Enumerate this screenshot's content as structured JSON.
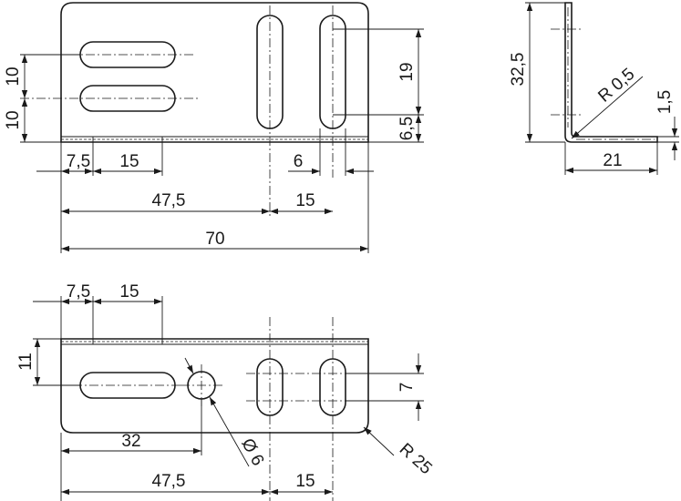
{
  "top_view": {
    "dims": {
      "height_10_a": "10",
      "height_10_b": "10",
      "edge_7_5": "7,5",
      "span_15_left": "15",
      "slot_height_19": "19",
      "offset_6_5": "6,5",
      "slot_width_6": "6",
      "pos_47_5": "47,5",
      "span_15_right": "15",
      "overall_70": "70"
    }
  },
  "side_view": {
    "dims": {
      "height_32_5": "32,5",
      "radius_0_5": "R 0,5",
      "thickness_1_5": "1,5",
      "leg_21": "21"
    }
  },
  "bottom_view": {
    "dims": {
      "edge_7_5": "7,5",
      "span_15_left": "15",
      "height_11": "11",
      "slot_7": "7",
      "pos_32": "32",
      "hole_dia_6": "Ø 6",
      "pos_47_5": "47,5",
      "span_15_right": "15",
      "corner_r25": "R 25"
    }
  }
}
